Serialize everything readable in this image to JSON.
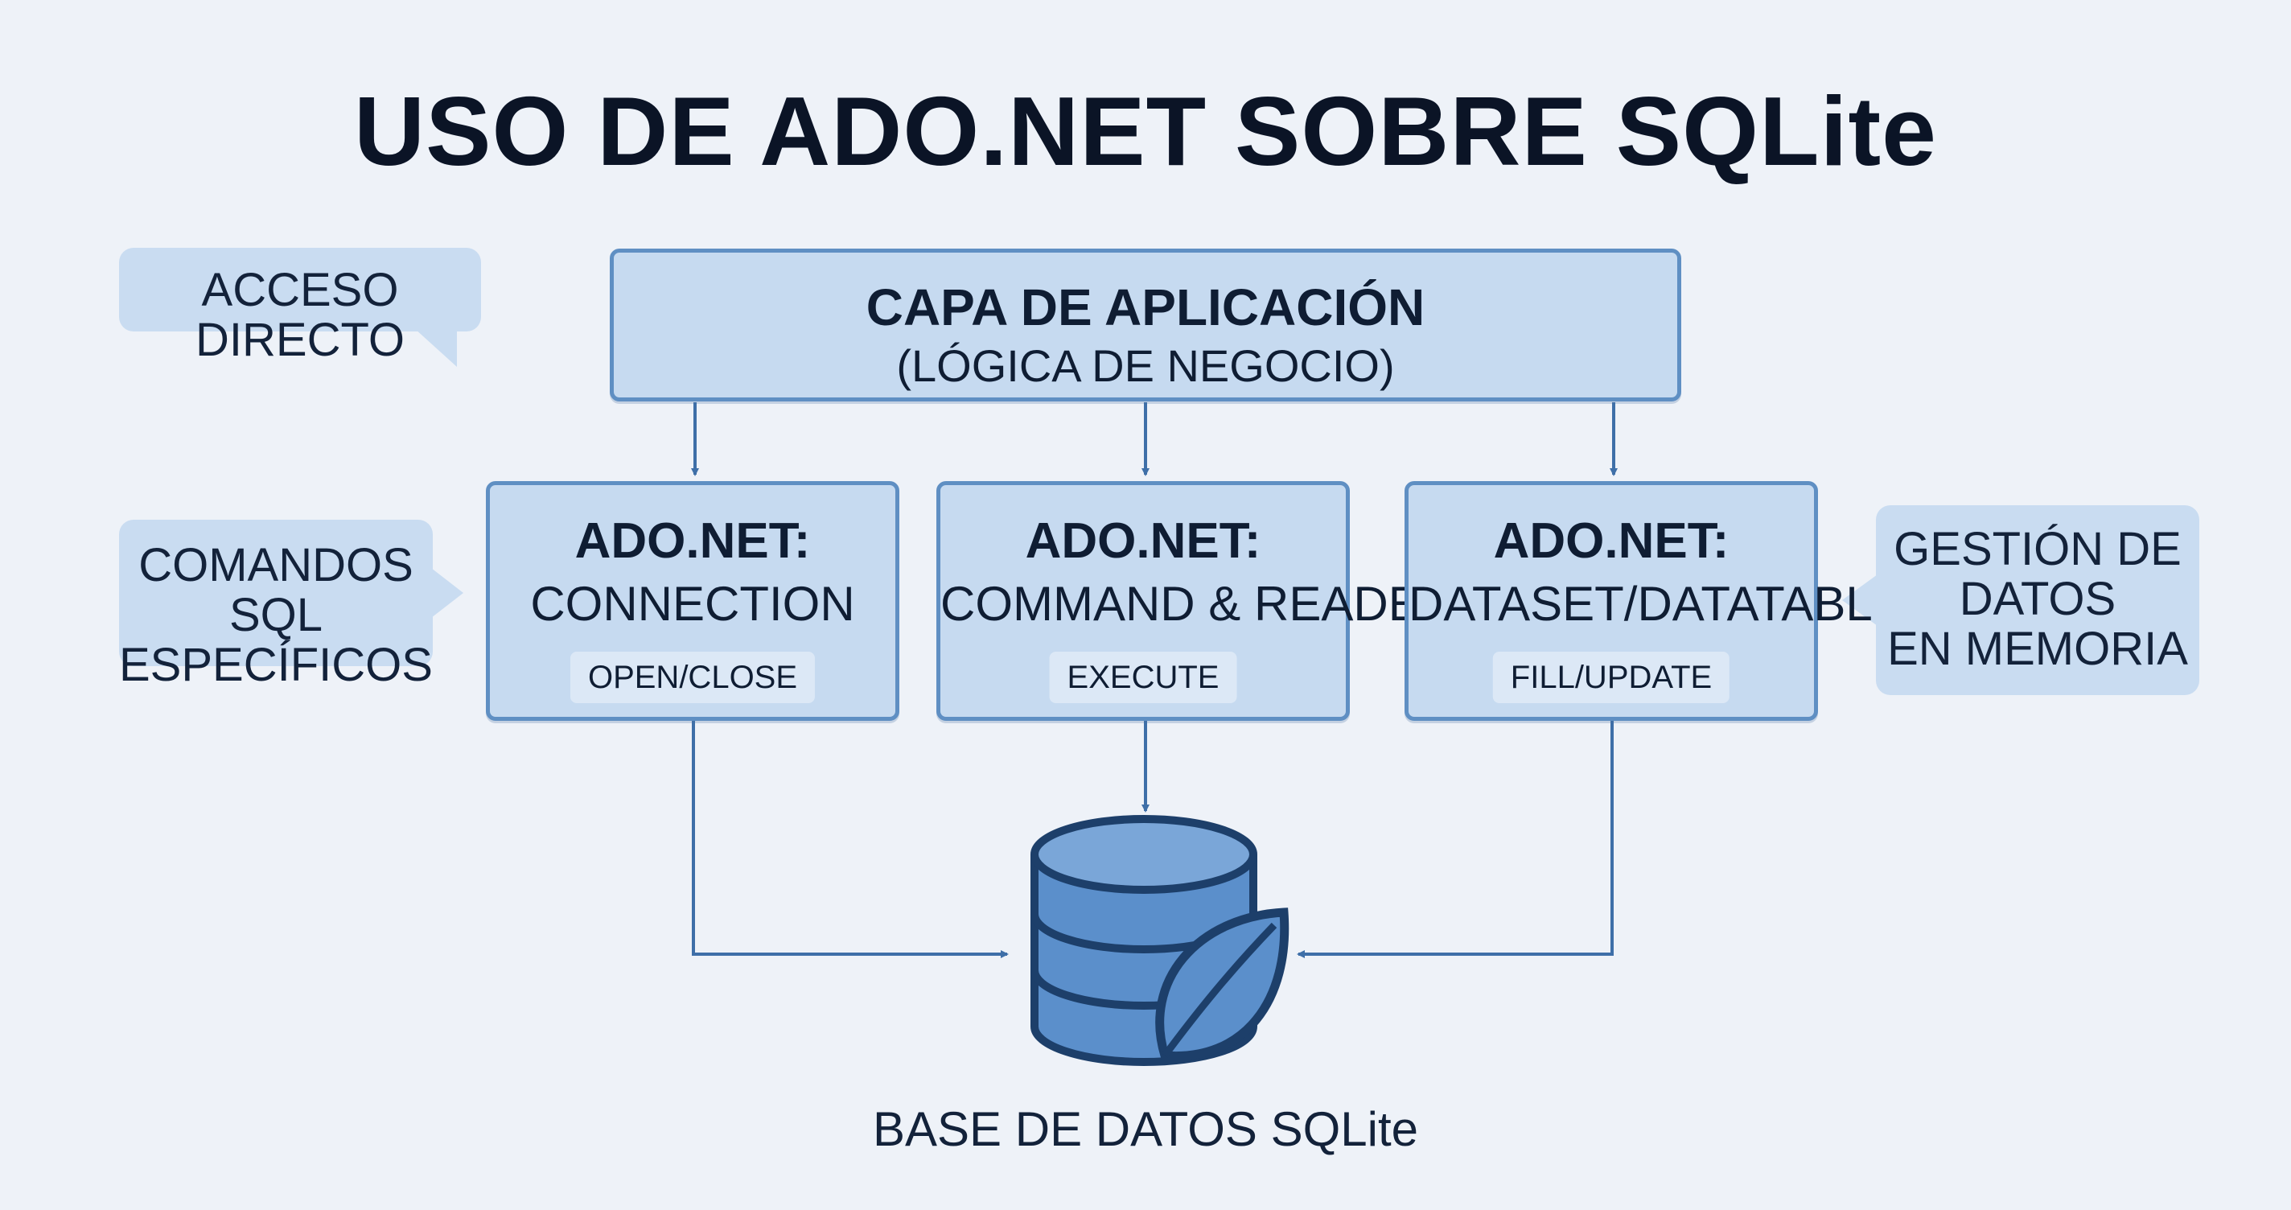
{
  "title": "USO DE ADO.NET SOBRE SQLite",
  "app_layer": {
    "title": "CAPA DE APLICACIÓN",
    "subtitle": "(LÓGICA DE NEGOCIO)"
  },
  "ado_boxes": [
    {
      "head": "ADO.NET:",
      "main": "CONNECTION",
      "chip": "OPEN/CLOSE"
    },
    {
      "head": "ADO.NET:",
      "main": "COMMAND & READER",
      "chip": "EXECUTE"
    },
    {
      "head": "ADO.NET:",
      "main": "DATASET/DATATABLE",
      "chip": "FILL/UPDATE"
    }
  ],
  "callouts": {
    "direct_access": [
      "ACCESO DIRECTO"
    ],
    "sql_commands": [
      "COMANDOS SQL",
      "ESPECÍFICOS"
    ],
    "memory_management": [
      "GESTIÓN DE",
      "DATOS",
      "EN MEMORIA"
    ]
  },
  "database": {
    "label": "BASE DE DATOS SQLite",
    "icon": "database-leaf-icon"
  },
  "colors": {
    "box_fill": "#c6daf0",
    "box_border": "#5f8fc3",
    "arrow": "#3e6fa8",
    "db_fill": "#5b8fcb",
    "db_stroke": "#1d3f6a",
    "background": "#eef2f8"
  }
}
